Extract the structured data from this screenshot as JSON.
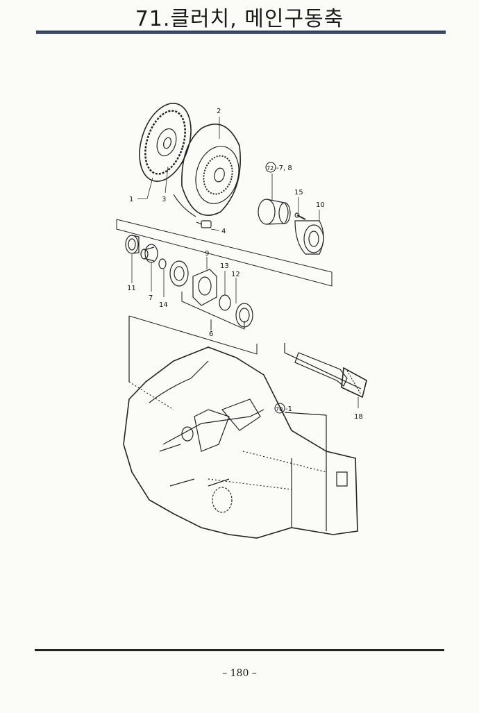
{
  "page": {
    "title": "71.클러치, 메인구동축",
    "page_number": "– 180 –"
  },
  "diagram": {
    "labels": {
      "p1": "1",
      "p2": "2",
      "p3": "3",
      "p4": "4",
      "p6": "6",
      "p7": "7",
      "p9": "9",
      "p10": "10",
      "p11": "11",
      "p12": "12",
      "p13": "13",
      "p14": "14",
      "p15": "15",
      "p18": "18",
      "ref72_num": "72",
      "ref72_suffix": "-7, 8",
      "ref70_num": "70",
      "ref70_suffix": "-1"
    }
  }
}
